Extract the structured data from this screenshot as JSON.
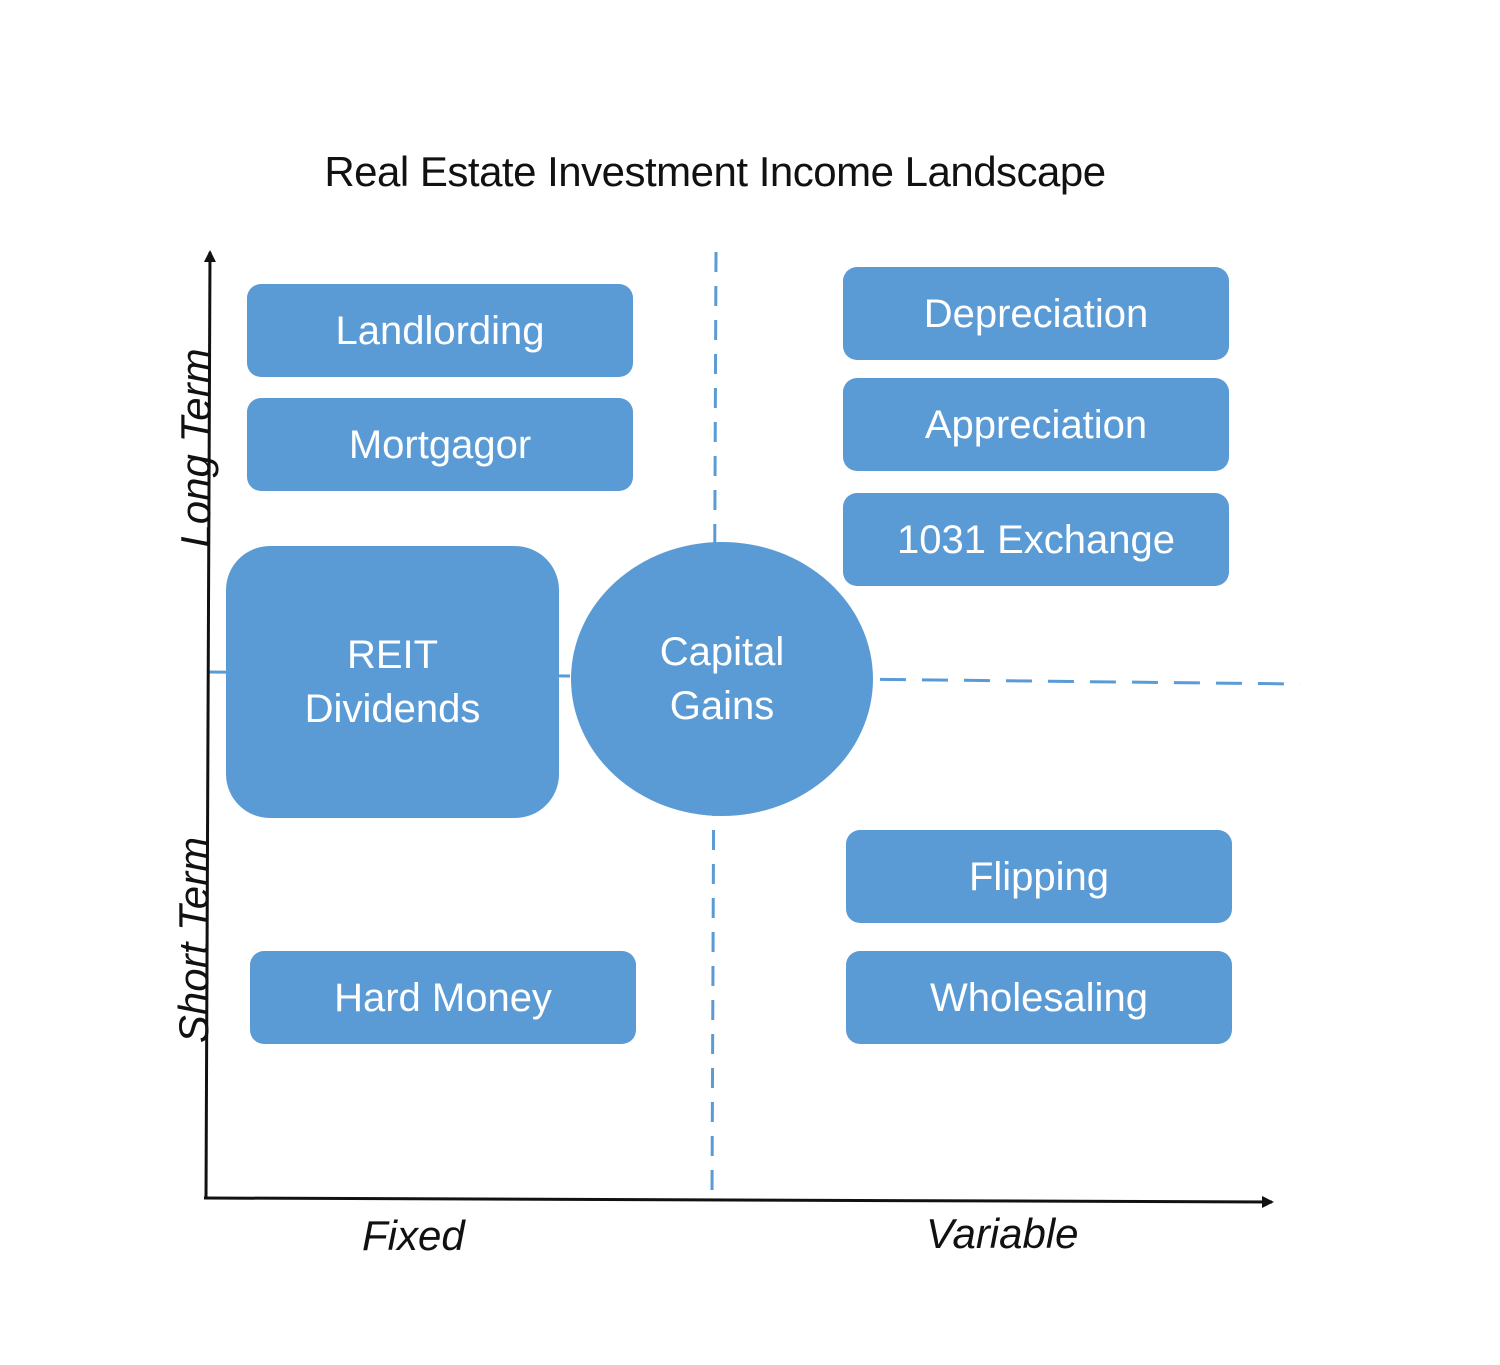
{
  "title": "Real Estate Investment Income Landscape",
  "axes": {
    "x_left_label": "Fixed",
    "x_right_label": "Variable",
    "y_top_label": "Long Term",
    "y_bottom_label": "Short Term"
  },
  "quadrants": {
    "fixed_long_term": [
      "Landlording",
      "Mortgagor"
    ],
    "fixed_short_term": [
      "Hard Money"
    ],
    "variable_long_term": [
      "Depreciation",
      "Appreciation",
      "1031 Exchange"
    ],
    "variable_short_term": [
      "Flipping",
      "Wholesaling"
    ]
  },
  "center": {
    "reit": "REIT\nDividends",
    "capital_gains": "Capital\nGains"
  },
  "colors": {
    "box_fill": "#5b9bd5",
    "box_text": "#ffffff",
    "divider": "#5b9bd5",
    "axis": "#111111"
  }
}
